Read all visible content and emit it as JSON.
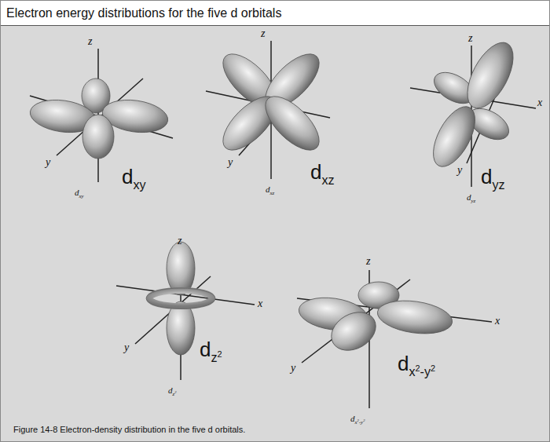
{
  "diagram": {
    "title": "Electron energy distributions for the five d orbitals",
    "caption": "Figure 14-8 Electron-density distribution in the five d orbitals.",
    "labels": [
      "z",
      "y",
      "d",
      "xy",
      "z",
      "y",
      "d",
      "xz",
      "z",
      "x",
      "y",
      "d",
      "yz",
      "z",
      "x",
      "y",
      "d",
      "z",
      "2",
      "z",
      "x",
      "y",
      "d",
      "x",
      "2",
      "-y",
      "2",
      "d",
      "xy",
      "d",
      "xz",
      "d",
      "yz",
      "d",
      "z",
      "2",
      "d",
      "x",
      "2",
      "-y",
      "2"
    ]
  }
}
